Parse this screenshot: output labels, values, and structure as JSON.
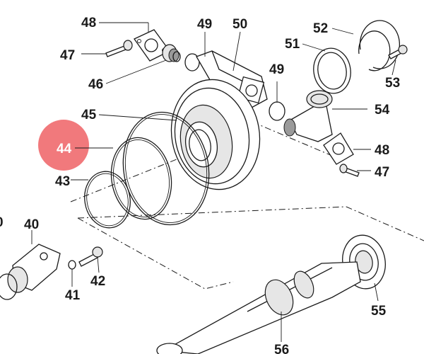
{
  "diagram": {
    "labels": {
      "p40": "40",
      "p41": "41",
      "p42": "42",
      "p43": "43",
      "p44": "44",
      "p45": "45",
      "p46": "46",
      "p47a": "47",
      "p47b": "47",
      "p48a": "48",
      "p48b": "48",
      "p49a": "49",
      "p49b": "49",
      "p50": "50",
      "p51": "51",
      "p52": "52",
      "p53": "53",
      "p54": "54",
      "p55": "55",
      "p56": "56",
      "edge_partial": "0"
    },
    "highlight_color": "#f06a6e"
  }
}
